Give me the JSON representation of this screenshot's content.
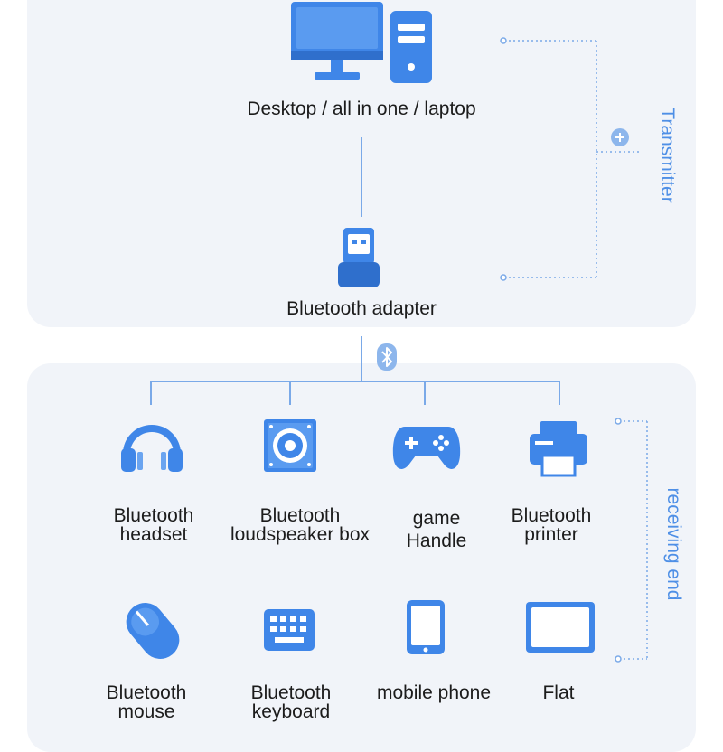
{
  "colors": {
    "accent": "#4e8fe6",
    "panel": "#f1f4f9",
    "text": "#1c1c1c"
  },
  "transmitter": {
    "computer_label": "Desktop / all in one / laptop",
    "adapter_label": "Bluetooth adapter",
    "side_label": "Transmitter",
    "icons": [
      "monitor-icon",
      "pc-tower-icon",
      "usb-adapter-icon",
      "plus-icon"
    ]
  },
  "connector": {
    "icon": "bluetooth-icon"
  },
  "receiving": {
    "side_label": "receiving end",
    "devices": [
      {
        "icon": "headset-icon",
        "line1": "Bluetooth",
        "line2": "headset"
      },
      {
        "icon": "speaker-icon",
        "line1": "Bluetooth",
        "line2": "loudspeaker box"
      },
      {
        "icon": "gamepad-icon",
        "line1": "game",
        "line2": "Handle"
      },
      {
        "icon": "printer-icon",
        "line1": "Bluetooth",
        "line2": "printer"
      },
      {
        "icon": "mouse-icon",
        "line1": "Bluetooth",
        "line2": "mouse"
      },
      {
        "icon": "keyboard-icon",
        "line1": "Bluetooth",
        "line2": "keyboard"
      },
      {
        "icon": "phone-icon",
        "line1": "mobile phone",
        "line2": ""
      },
      {
        "icon": "tablet-icon",
        "line1": "Flat",
        "line2": ""
      }
    ]
  }
}
